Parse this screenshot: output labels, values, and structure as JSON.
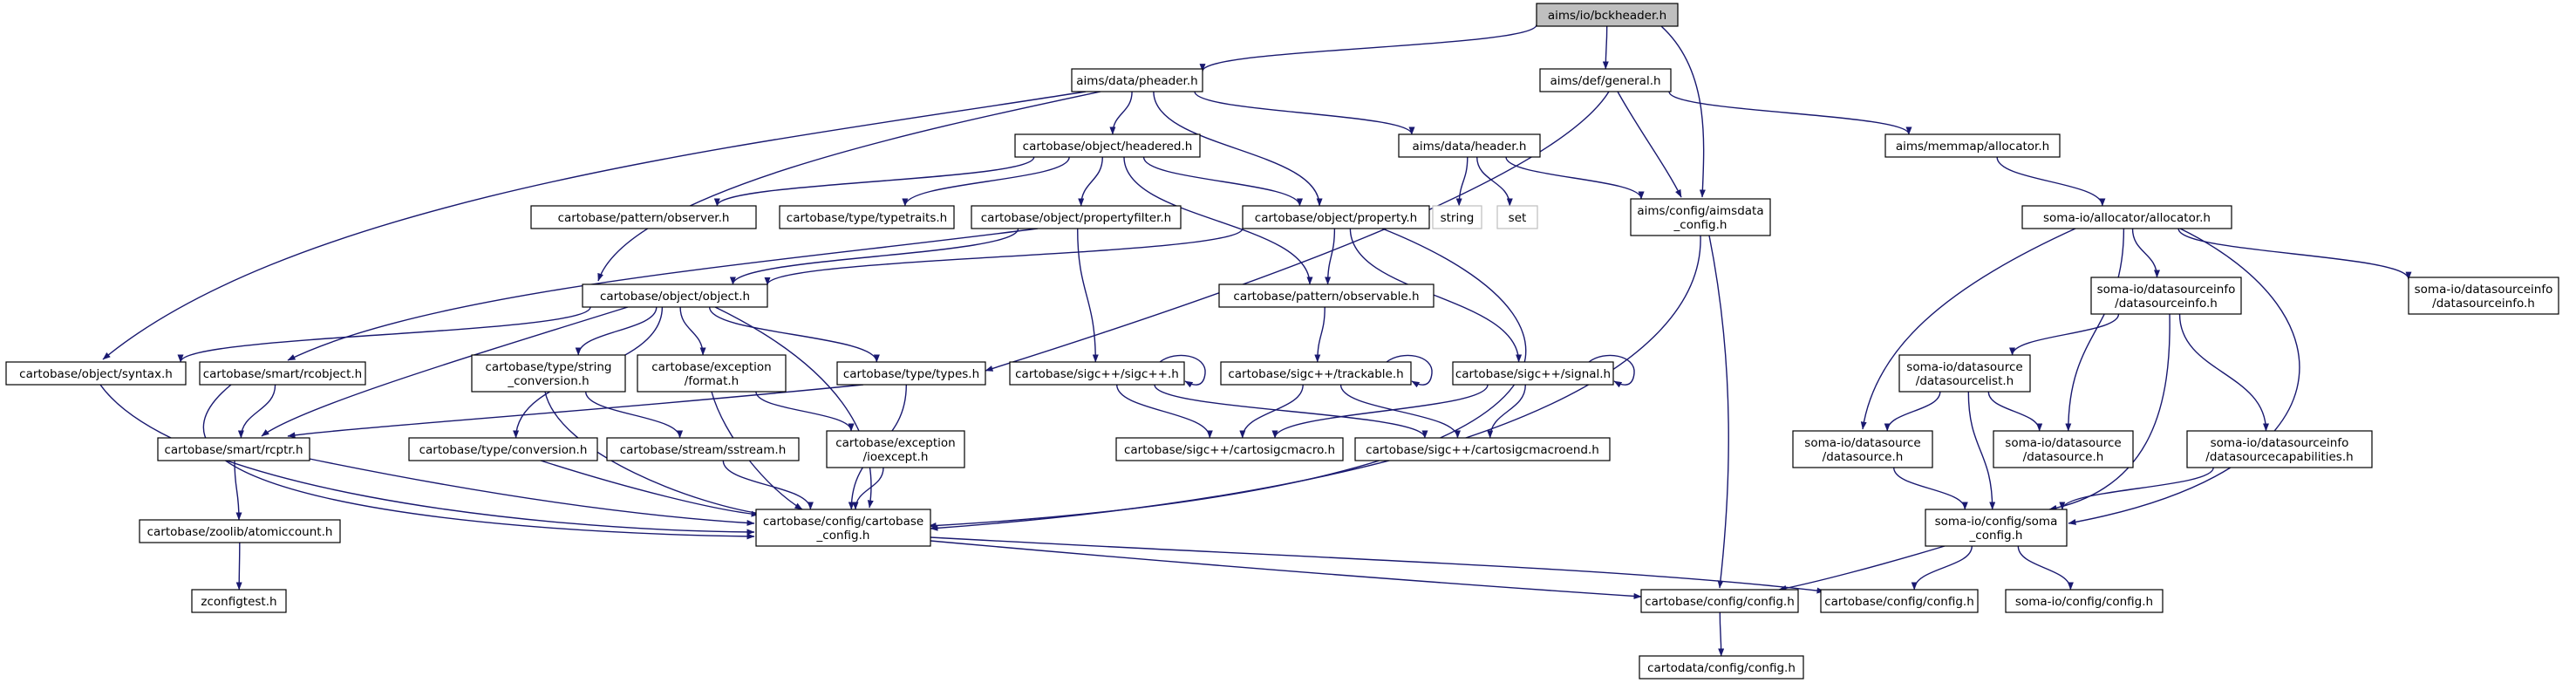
{
  "graph": {
    "colors": {
      "edge": "#191970",
      "node_border": "#000000",
      "root_fill": "#bfbfbf",
      "node_fill": "#ffffff",
      "system_border": "#bfbfbf"
    },
    "nodes": [
      {
        "id": "root",
        "lines": [
          "aims/io/bckheader.h"
        ],
        "kind": "root"
      },
      {
        "id": "pheader",
        "lines": [
          "aims/data/pheader.h"
        ]
      },
      {
        "id": "general",
        "lines": [
          "aims/def/general.h"
        ]
      },
      {
        "id": "headered",
        "lines": [
          "cartobase/object/headered.h"
        ]
      },
      {
        "id": "header",
        "lines": [
          "aims/data/header.h"
        ]
      },
      {
        "id": "memmapalloc",
        "lines": [
          "aims/memmap/allocator.h"
        ]
      },
      {
        "id": "observer",
        "lines": [
          "cartobase/pattern/observer.h"
        ]
      },
      {
        "id": "typetraits",
        "lines": [
          "cartobase/type/typetraits.h"
        ]
      },
      {
        "id": "propertyfilter",
        "lines": [
          "cartobase/object/propertyfilter.h"
        ]
      },
      {
        "id": "property",
        "lines": [
          "cartobase/object/property.h"
        ]
      },
      {
        "id": "string",
        "lines": [
          "string"
        ],
        "kind": "system"
      },
      {
        "id": "set",
        "lines": [
          "set"
        ],
        "kind": "system"
      },
      {
        "id": "aimsdataconfig",
        "lines": [
          "aims/config/aimsdata",
          "_config.h"
        ]
      },
      {
        "id": "somaalloc",
        "lines": [
          "soma-io/allocator/allocator.h"
        ]
      },
      {
        "id": "object",
        "lines": [
          "cartobase/object/object.h"
        ]
      },
      {
        "id": "observable",
        "lines": [
          "cartobase/pattern/observable.h"
        ]
      },
      {
        "id": "dsi1",
        "lines": [
          "soma-io/datasourceinfo",
          "/datasourceinfo.h"
        ]
      },
      {
        "id": "dsi2",
        "lines": [
          "soma-io/datasourceinfo",
          "/datasourceinfo.h"
        ]
      },
      {
        "id": "syntax",
        "lines": [
          "cartobase/object/syntax.h"
        ]
      },
      {
        "id": "rcobject",
        "lines": [
          "cartobase/smart/rcobject.h"
        ]
      },
      {
        "id": "stringconv",
        "lines": [
          "cartobase/type/string",
          "_conversion.h"
        ]
      },
      {
        "id": "excformat",
        "lines": [
          "cartobase/exception",
          "/format.h"
        ]
      },
      {
        "id": "types",
        "lines": [
          "cartobase/type/types.h"
        ]
      },
      {
        "id": "sigcpp",
        "lines": [
          "cartobase/sigc++/sigc++.h"
        ]
      },
      {
        "id": "trackable",
        "lines": [
          "cartobase/sigc++/trackable.h"
        ]
      },
      {
        "id": "signal",
        "lines": [
          "cartobase/sigc++/signal.h"
        ]
      },
      {
        "id": "dslist",
        "lines": [
          "soma-io/datasource",
          "/datasourcelist.h"
        ]
      },
      {
        "id": "rcptr",
        "lines": [
          "cartobase/smart/rcptr.h"
        ]
      },
      {
        "id": "conversion",
        "lines": [
          "cartobase/type/conversion.h"
        ]
      },
      {
        "id": "sstream",
        "lines": [
          "cartobase/stream/sstream.h"
        ]
      },
      {
        "id": "ioexcept",
        "lines": [
          "cartobase/exception",
          "/ioexcept.h"
        ]
      },
      {
        "id": "sigcmacro",
        "lines": [
          "cartobase/sigc++/cartosigcmacro.h"
        ]
      },
      {
        "id": "sigcmacroend",
        "lines": [
          "cartobase/sigc++/cartosigcmacroend.h"
        ]
      },
      {
        "id": "ds1",
        "lines": [
          "soma-io/datasource",
          "/datasource.h"
        ]
      },
      {
        "id": "ds2",
        "lines": [
          "soma-io/datasource",
          "/datasource.h"
        ]
      },
      {
        "id": "dscaps",
        "lines": [
          "soma-io/datasourceinfo",
          "/datasourcecapabilities.h"
        ]
      },
      {
        "id": "cbconfig",
        "lines": [
          "cartobase/config/cartobase",
          "_config.h"
        ]
      },
      {
        "id": "somaconfig",
        "lines": [
          "soma-io/config/soma",
          "_config.h"
        ]
      },
      {
        "id": "atomic",
        "lines": [
          "cartobase/zoolib/atomiccount.h"
        ]
      },
      {
        "id": "cfgconfig1",
        "lines": [
          "cartobase/config/config.h"
        ]
      },
      {
        "id": "cfgconfig2",
        "lines": [
          "cartobase/config/config.h"
        ]
      },
      {
        "id": "somaioconfig",
        "lines": [
          "soma-io/config/config.h"
        ]
      },
      {
        "id": "zconfigtest",
        "lines": [
          "zconfigtest.h"
        ]
      },
      {
        "id": "cartodataconfig",
        "lines": [
          "cartodata/config/config.h"
        ]
      }
    ],
    "edges": [
      [
        "root",
        "pheader"
      ],
      [
        "root",
        "general"
      ],
      [
        "root",
        "aimsdataconfig"
      ],
      [
        "pheader",
        "syntax"
      ],
      [
        "pheader",
        "object"
      ],
      [
        "pheader",
        "headered"
      ],
      [
        "pheader",
        "property"
      ],
      [
        "pheader",
        "header"
      ],
      [
        "general",
        "types"
      ],
      [
        "general",
        "aimsdataconfig"
      ],
      [
        "general",
        "memmapalloc"
      ],
      [
        "headered",
        "observer"
      ],
      [
        "headered",
        "typetraits"
      ],
      [
        "headered",
        "propertyfilter"
      ],
      [
        "headered",
        "property"
      ],
      [
        "headered",
        "observable"
      ],
      [
        "header",
        "string"
      ],
      [
        "header",
        "set"
      ],
      [
        "header",
        "aimsdataconfig"
      ],
      [
        "memmapalloc",
        "somaalloc"
      ],
      [
        "propertyfilter",
        "object"
      ],
      [
        "propertyfilter",
        "rcobject"
      ],
      [
        "propertyfilter",
        "sigcpp"
      ],
      [
        "property",
        "object"
      ],
      [
        "property",
        "observable"
      ],
      [
        "property",
        "signal"
      ],
      [
        "property",
        "cbconfig"
      ],
      [
        "aimsdataconfig",
        "cbconfig"
      ],
      [
        "aimsdataconfig",
        "cfgconfig1"
      ],
      [
        "somaalloc",
        "dsi1"
      ],
      [
        "somaalloc",
        "dsi2"
      ],
      [
        "somaalloc",
        "ds1"
      ],
      [
        "somaalloc",
        "ds2"
      ],
      [
        "somaalloc",
        "somaconfig"
      ],
      [
        "object",
        "syntax"
      ],
      [
        "object",
        "rcptr"
      ],
      [
        "object",
        "stringconv"
      ],
      [
        "object",
        "conversion"
      ],
      [
        "object",
        "excformat"
      ],
      [
        "object",
        "types"
      ],
      [
        "object",
        "cbconfig"
      ],
      [
        "observable",
        "trackable"
      ],
      [
        "dsi1",
        "dslist"
      ],
      [
        "dsi1",
        "dscaps"
      ],
      [
        "dsi1",
        "somaconfig"
      ],
      [
        "syntax",
        "cbconfig"
      ],
      [
        "rcobject",
        "rcptr"
      ],
      [
        "rcobject",
        "cbconfig"
      ],
      [
        "stringconv",
        "sstream"
      ],
      [
        "stringconv",
        "cbconfig"
      ],
      [
        "excformat",
        "ioexcept"
      ],
      [
        "excformat",
        "cbconfig"
      ],
      [
        "types",
        "rcptr"
      ],
      [
        "types",
        "cbconfig"
      ],
      [
        "sigcpp",
        "sigcpp"
      ],
      [
        "sigcpp",
        "sigcmacro"
      ],
      [
        "sigcpp",
        "sigcmacroend"
      ],
      [
        "trackable",
        "trackable"
      ],
      [
        "trackable",
        "sigcmacro"
      ],
      [
        "trackable",
        "sigcmacroend"
      ],
      [
        "signal",
        "signal"
      ],
      [
        "signal",
        "sigcmacro"
      ],
      [
        "signal",
        "sigcmacroend"
      ],
      [
        "dslist",
        "ds1"
      ],
      [
        "dslist",
        "ds2"
      ],
      [
        "dslist",
        "somaconfig"
      ],
      [
        "rcptr",
        "atomic"
      ],
      [
        "rcptr",
        "cbconfig"
      ],
      [
        "conversion",
        "cbconfig"
      ],
      [
        "sstream",
        "cbconfig"
      ],
      [
        "ioexcept",
        "cbconfig"
      ],
      [
        "ds1",
        "somaconfig"
      ],
      [
        "dscaps",
        "somaconfig"
      ],
      [
        "cbconfig",
        "cfgconfig1"
      ],
      [
        "cbconfig",
        "cfgconfig2"
      ],
      [
        "somaconfig",
        "cfgconfig1"
      ],
      [
        "somaconfig",
        "cfgconfig2"
      ],
      [
        "somaconfig",
        "somaioconfig"
      ],
      [
        "atomic",
        "zconfigtest"
      ],
      [
        "cfgconfig1",
        "cartodataconfig"
      ]
    ]
  }
}
